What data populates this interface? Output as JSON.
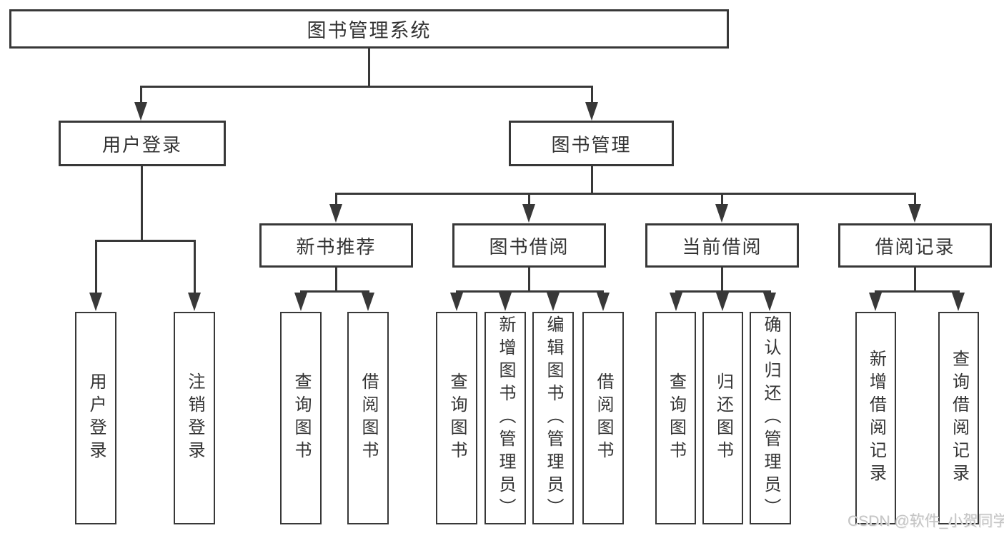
{
  "tree": {
    "root": {
      "label": "图书管理系统"
    },
    "branches": [
      {
        "label": "用户登录",
        "children": [
          {
            "label": "用户登录"
          },
          {
            "label": "注销登录"
          }
        ]
      },
      {
        "label": "图书管理",
        "children": [
          {
            "label": "新书推荐",
            "children": [
              {
                "label": "查询图书"
              },
              {
                "label": "借阅图书"
              }
            ]
          },
          {
            "label": "图书借阅",
            "children": [
              {
                "label": "查询图书"
              },
              {
                "label": "新增图书（管理员）"
              },
              {
                "label": "编辑图书（管理员）"
              },
              {
                "label": "借阅图书"
              }
            ]
          },
          {
            "label": "当前借阅",
            "children": [
              {
                "label": "查询图书"
              },
              {
                "label": "归还图书"
              },
              {
                "label": "确认归还（管理员）"
              }
            ]
          },
          {
            "label": "借阅记录",
            "children": [
              {
                "label": "新增借阅记录"
              },
              {
                "label": "查询借阅记录"
              }
            ]
          }
        ]
      }
    ]
  },
  "watermark": {
    "text": "CSDN @软件_小贺同学"
  },
  "colors": {
    "line": "#383838",
    "text": "#333333",
    "watermark": "#c4c4c4",
    "background": "#ffffff"
  }
}
